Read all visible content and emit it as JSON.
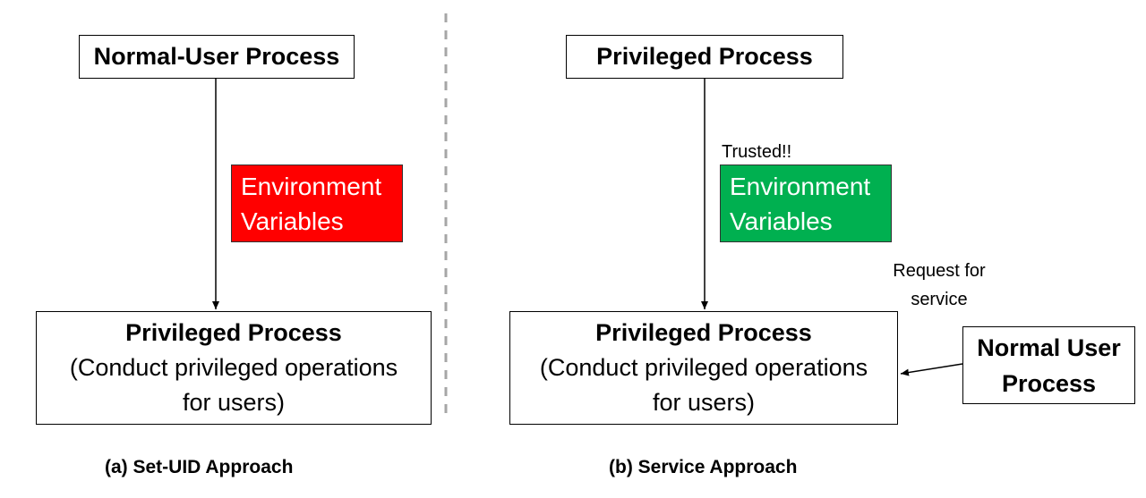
{
  "left": {
    "top_box": "Normal-User Process",
    "env_line1": "Environment",
    "env_line2": "Variables",
    "env_color": "#ff0000",
    "bottom_title": "Privileged Process",
    "bottom_line2": "(Conduct privileged operations",
    "bottom_line3": "for users)",
    "caption": "(a) Set-UID Approach"
  },
  "right": {
    "top_box": "Privileged Process",
    "trusted_label": "Trusted!!",
    "env_line1": "Environment",
    "env_line2": "Variables",
    "env_color": "#00b050",
    "request_line1": "Request for",
    "request_line2": "service",
    "bottom_title": "Privileged Process",
    "bottom_line2": "(Conduct privileged operations",
    "bottom_line3": "for users)",
    "normal_user_line1": "Normal User",
    "normal_user_line2": "Process",
    "caption": "(b) Service Approach"
  }
}
